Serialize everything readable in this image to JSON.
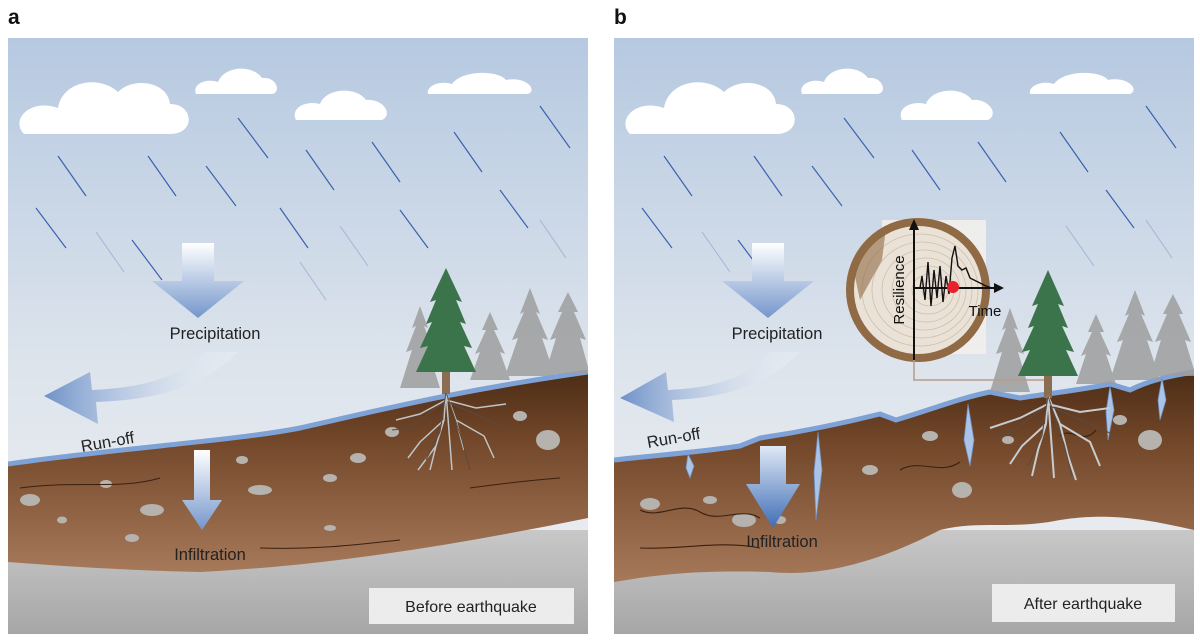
{
  "panels": [
    {
      "letter": "a",
      "precipitation": "Precipitation",
      "runoff": "Run-off",
      "infiltration": "Infiltration",
      "caption": "Before earthquake"
    },
    {
      "letter": "b",
      "precipitation": "Precipitation",
      "runoff": "Run-off",
      "infiltration": "Infiltration",
      "caption": "After earthquake",
      "inset": {
        "ylabel": "Resilience",
        "xlabel": "Time"
      }
    }
  ],
  "colors": {
    "sky_top": "#b9cbe2",
    "sky_bottom": "#e7ebee",
    "rain": "#3b63ad",
    "arrow": "#7f9fd0",
    "soil": "#7d4f2c",
    "soil_dark": "#4a2a14",
    "water_line": "#7ea2d6",
    "pebble": "#b8b4b0",
    "tree_green": "#3c7a4c",
    "tree_gray": "#9a9a9a",
    "marker": "#e8222a"
  }
}
